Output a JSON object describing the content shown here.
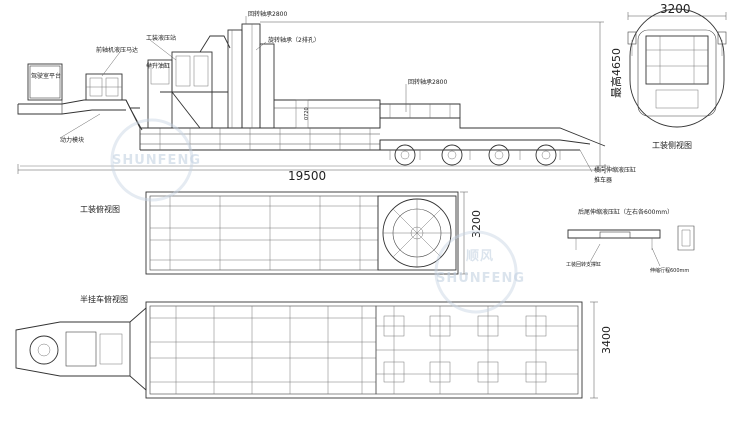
{
  "labels": {
    "hydraulic_station": "工装液压站",
    "rotary_bearing": "旋转轴承（2排孔）",
    "rotary_axis_top": "回转轴承2800",
    "rear_axle_cylinder": "回转轴承2800",
    "lift_cylinder": "举升油缸",
    "rear_swing_cylinder": "前轴机液压马达",
    "power_pack": "动力模块",
    "platform_label": "驾驶室平台",
    "ov_height": "最高4650",
    "turntable_label": "横向伸缩液压缸",
    "rear_axle_support": "推车器",
    "width_top": "3200",
    "length_total": "19500",
    "width_plan": "3200",
    "width_semitrailer": "3400",
    "side_cyl_note": "后尾伸缩液压缸（左右各600mm）",
    "side_support_note": "工装回转支撑缸",
    "side_stroke_note": "伸缩行程600mm",
    "view_side": "工装侧视图",
    "view_plan": "工装俯视图",
    "view_semitrailer": "半挂车俯视图",
    "stamp": "0720"
  },
  "watermark": {
    "brand": "SHUNFENG",
    "tag": "顺风"
  },
  "colors": {
    "line": "#333333",
    "watermark": "#c5d3e3"
  }
}
